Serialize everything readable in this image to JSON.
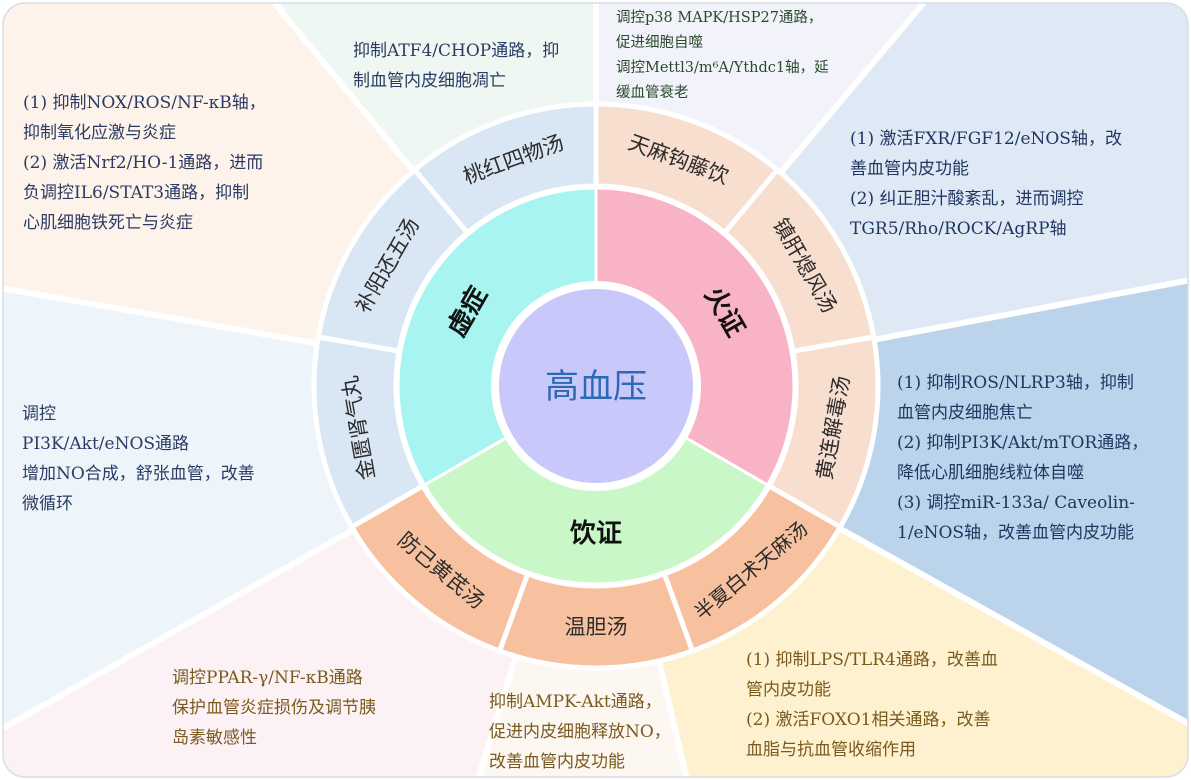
{
  "center": {
    "title": "高血压"
  },
  "syndromes": [
    {
      "label": "虚症",
      "color": "#a5f3ef"
    },
    {
      "label": "火证",
      "color": "#f8b4c8"
    },
    {
      "label": "饮证",
      "color": "#c6f6c8"
    }
  ],
  "formulas": [
    {
      "label": "桃红四物汤",
      "syndrome": "虚症"
    },
    {
      "label": "补阳还五汤",
      "syndrome": "虚症"
    },
    {
      "label": "金匮肾气丸",
      "syndrome": "虚症"
    },
    {
      "label": "天麻钩藤饮",
      "syndrome": "火证"
    },
    {
      "label": "镇肝熄风汤",
      "syndrome": "火证"
    },
    {
      "label": "黄连解毒汤",
      "syndrome": "火证"
    },
    {
      "label": "半夏白术天麻汤",
      "syndrome": "饮证"
    },
    {
      "label": "温胆汤",
      "syndrome": "饮证"
    },
    {
      "label": "防己黄芪汤",
      "syndrome": "饮证"
    }
  ],
  "mechanisms": {
    "taohong": "抑制ATF4/CHOP通路，抑\n制血管内皮细胞凋亡",
    "tianma": "调控p38 MAPK/HSP27通路，\n促进细胞自噬\n调控Mettl3/m⁶A/Ythdc1轴，延\n缓血管衰老",
    "buyang": "(1) 抑制NOX/ROS/NF-κB轴，\n抑制氧化应激与炎症\n(2) 激活Nrf2/HO-1通路，进而\n负调控IL6/STAT3通路，抑制\n心肌细胞铁死亡与炎症",
    "zhengan": "(1) 激活FXR/FGF12/eNOS轴，改\n善血管内皮功能\n(2) 纠正胆汁酸紊乱，进而调控\nTGR5/Rho/ROCK/AgRP轴",
    "jingui": "调控\nPI3K/Akt/eNOS通路\n增加NO合成，舒张血管，改善\n微循环",
    "huanglian": "(1) 抑制ROS/NLRP3轴，抑制\n血管内皮细胞焦亡\n(2) 抑制PI3K/Akt/mTOR通路，\n降低心肌细胞线粒体自噬\n(3) 调控miR-133a/ Caveolin-\n1/eNOS轴，改善血管内皮功能",
    "fangji": "调控PPAR-γ/NF-κB通路\n保护血管炎症损伤及调节胰\n岛素敏感性",
    "wendan": "抑制AMPK-Akt通路，\n促进内皮细胞释放NO，\n改善血管内皮功能",
    "banxia": "(1) 抑制LPS/TLR4通路，改善血\n管内皮功能\n(2) 激活FOXO1相关通路，改善\n血脂与抗血管收缩作用"
  }
}
